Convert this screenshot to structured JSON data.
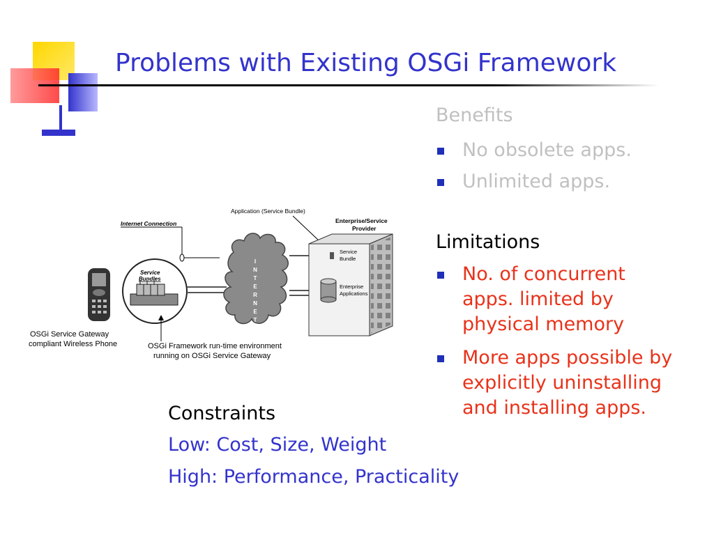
{
  "title": "Problems with Existing OSGi Framework",
  "benefits": {
    "heading": "Benefits",
    "items": [
      "No obsolete apps.",
      "Unlimited apps."
    ]
  },
  "limitations": {
    "heading": "Limitations",
    "items": [
      [
        "No. of concurrent",
        "apps. limited by",
        "physical memory"
      ],
      [
        "More apps possible by",
        "explicitly uninstalling",
        "and installing apps."
      ]
    ]
  },
  "constraints": {
    "heading": "Constraints",
    "low": "Low: Cost, Size, Weight",
    "high": "High: Performance, Practicality"
  },
  "diagram": {
    "internet_connection": "Internet Connection",
    "application_bundle": "Application (Service Bundle)",
    "enterprise_provider": [
      "Enterprise/Service",
      "Provider"
    ],
    "service_bundle": [
      "Service",
      "Bundle"
    ],
    "enterprise_applications": [
      "Enterprise",
      "Applications"
    ],
    "service_bundles": [
      "Service",
      "Bundles"
    ],
    "internet_letters": [
      "I",
      "N",
      "T",
      "E",
      "R",
      "N",
      "E",
      "T"
    ],
    "phone_caption": [
      "OSGi Service Gateway",
      "compliant Wireless Phone"
    ],
    "framework_caption": [
      "OSGi Framework run-time environment",
      "running on OSGi Service Gateway"
    ]
  },
  "colors": {
    "title": "#3333cc",
    "benefits_text": "#c0c0c0",
    "limitations_text": "#e8321a",
    "constraints_text": "#3333cc",
    "bullet": "#1f2fb8",
    "deco_yellow": "#ffd700",
    "deco_red": "#ff3b3b",
    "deco_blue": "#3333cc"
  }
}
